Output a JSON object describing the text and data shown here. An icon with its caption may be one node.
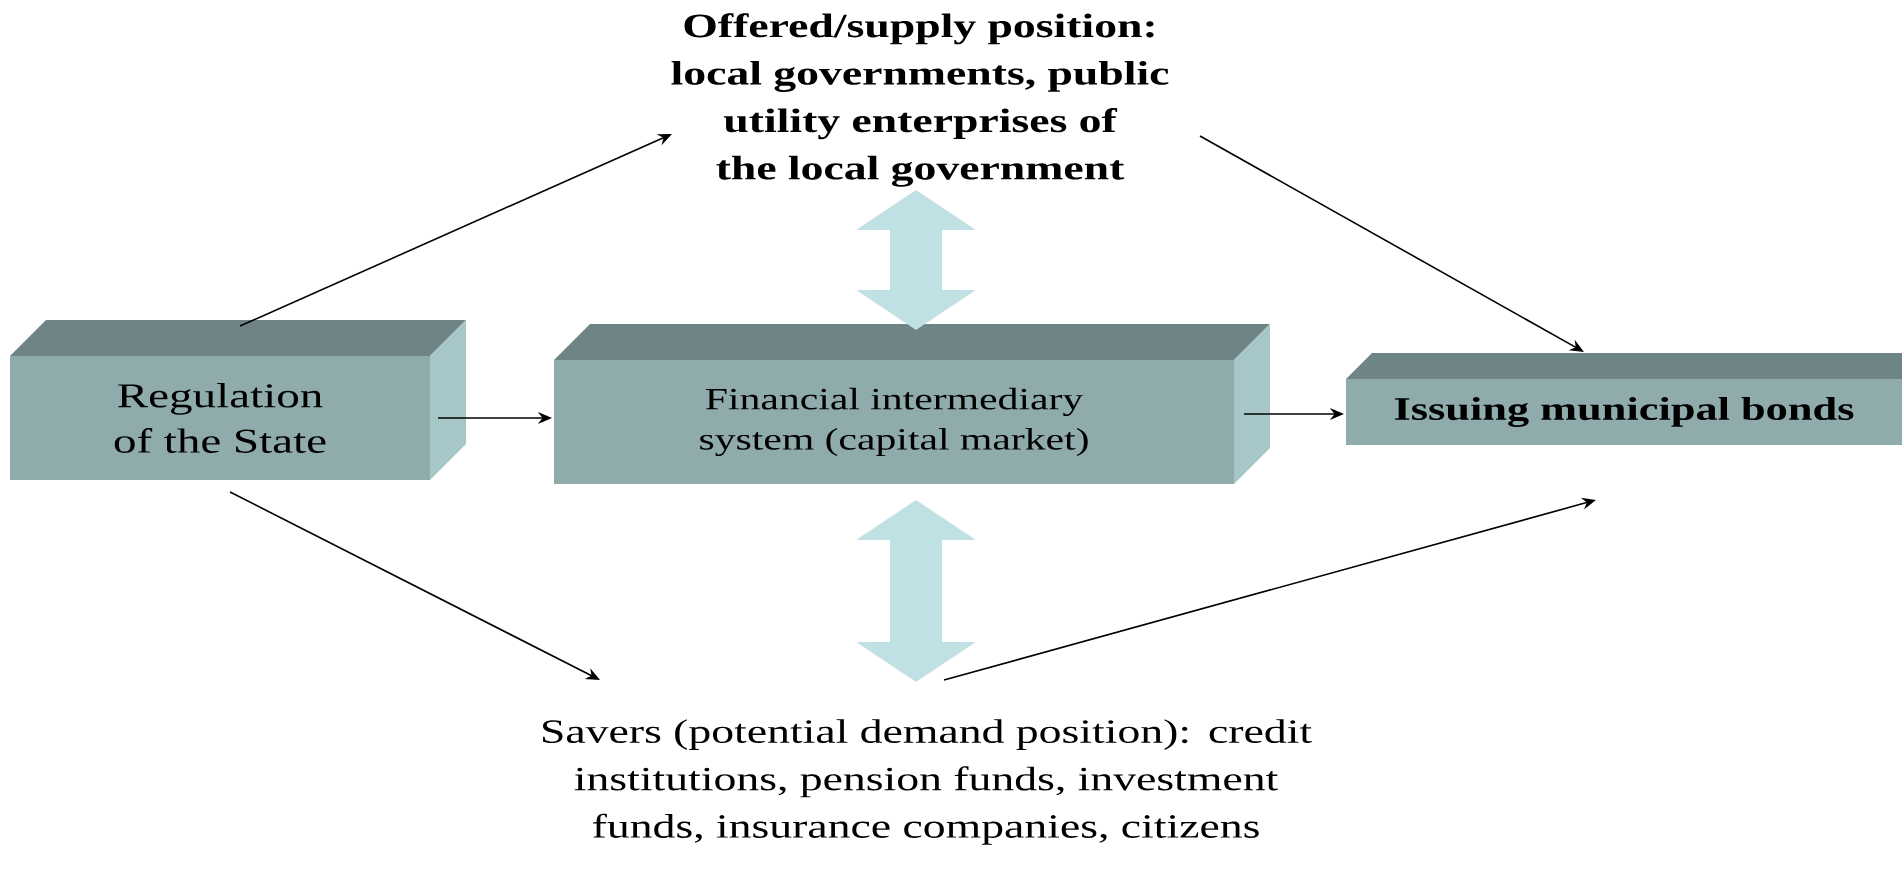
{
  "diagram": {
    "nodes": [
      {
        "text": [
          "Offered/supply position: local governments, public utility enterprises of  the local government"
        ]
      },
      {
        "text": [
          "Regulation of the State"
        ]
      },
      {
        "text": [
          "Financial intermediary system (capital market)"
        ]
      },
      {
        "text": [
          "Issuing municipal bonds"
        ]
      },
      {
        "text": [
          "Savers (potential demand position): credit institutions, pension funds, investment funds, insurance companies, citizens"
        ]
      }
    ],
    "edges": [
      {
        "from": 1,
        "to": 0,
        "arrow": "to"
      },
      {
        "from": 0,
        "to": 3,
        "arrow": "to"
      },
      {
        "from": 1,
        "to": 2,
        "arrow": "to"
      },
      {
        "from": 2,
        "to": 3,
        "arrow": "to"
      },
      {
        "from": 1,
        "to": 4,
        "arrow": "to"
      },
      {
        "from": 4,
        "to": 3,
        "arrow": "to"
      },
      {
        "from": 0,
        "to": 2,
        "arrow": "both",
        "style": "thick",
        "color": "#bfe1e4"
      },
      {
        "from": 2,
        "to": 4,
        "arrow": "both",
        "style": "thick",
        "color": "#bfe1e4"
      }
    ]
  }
}
